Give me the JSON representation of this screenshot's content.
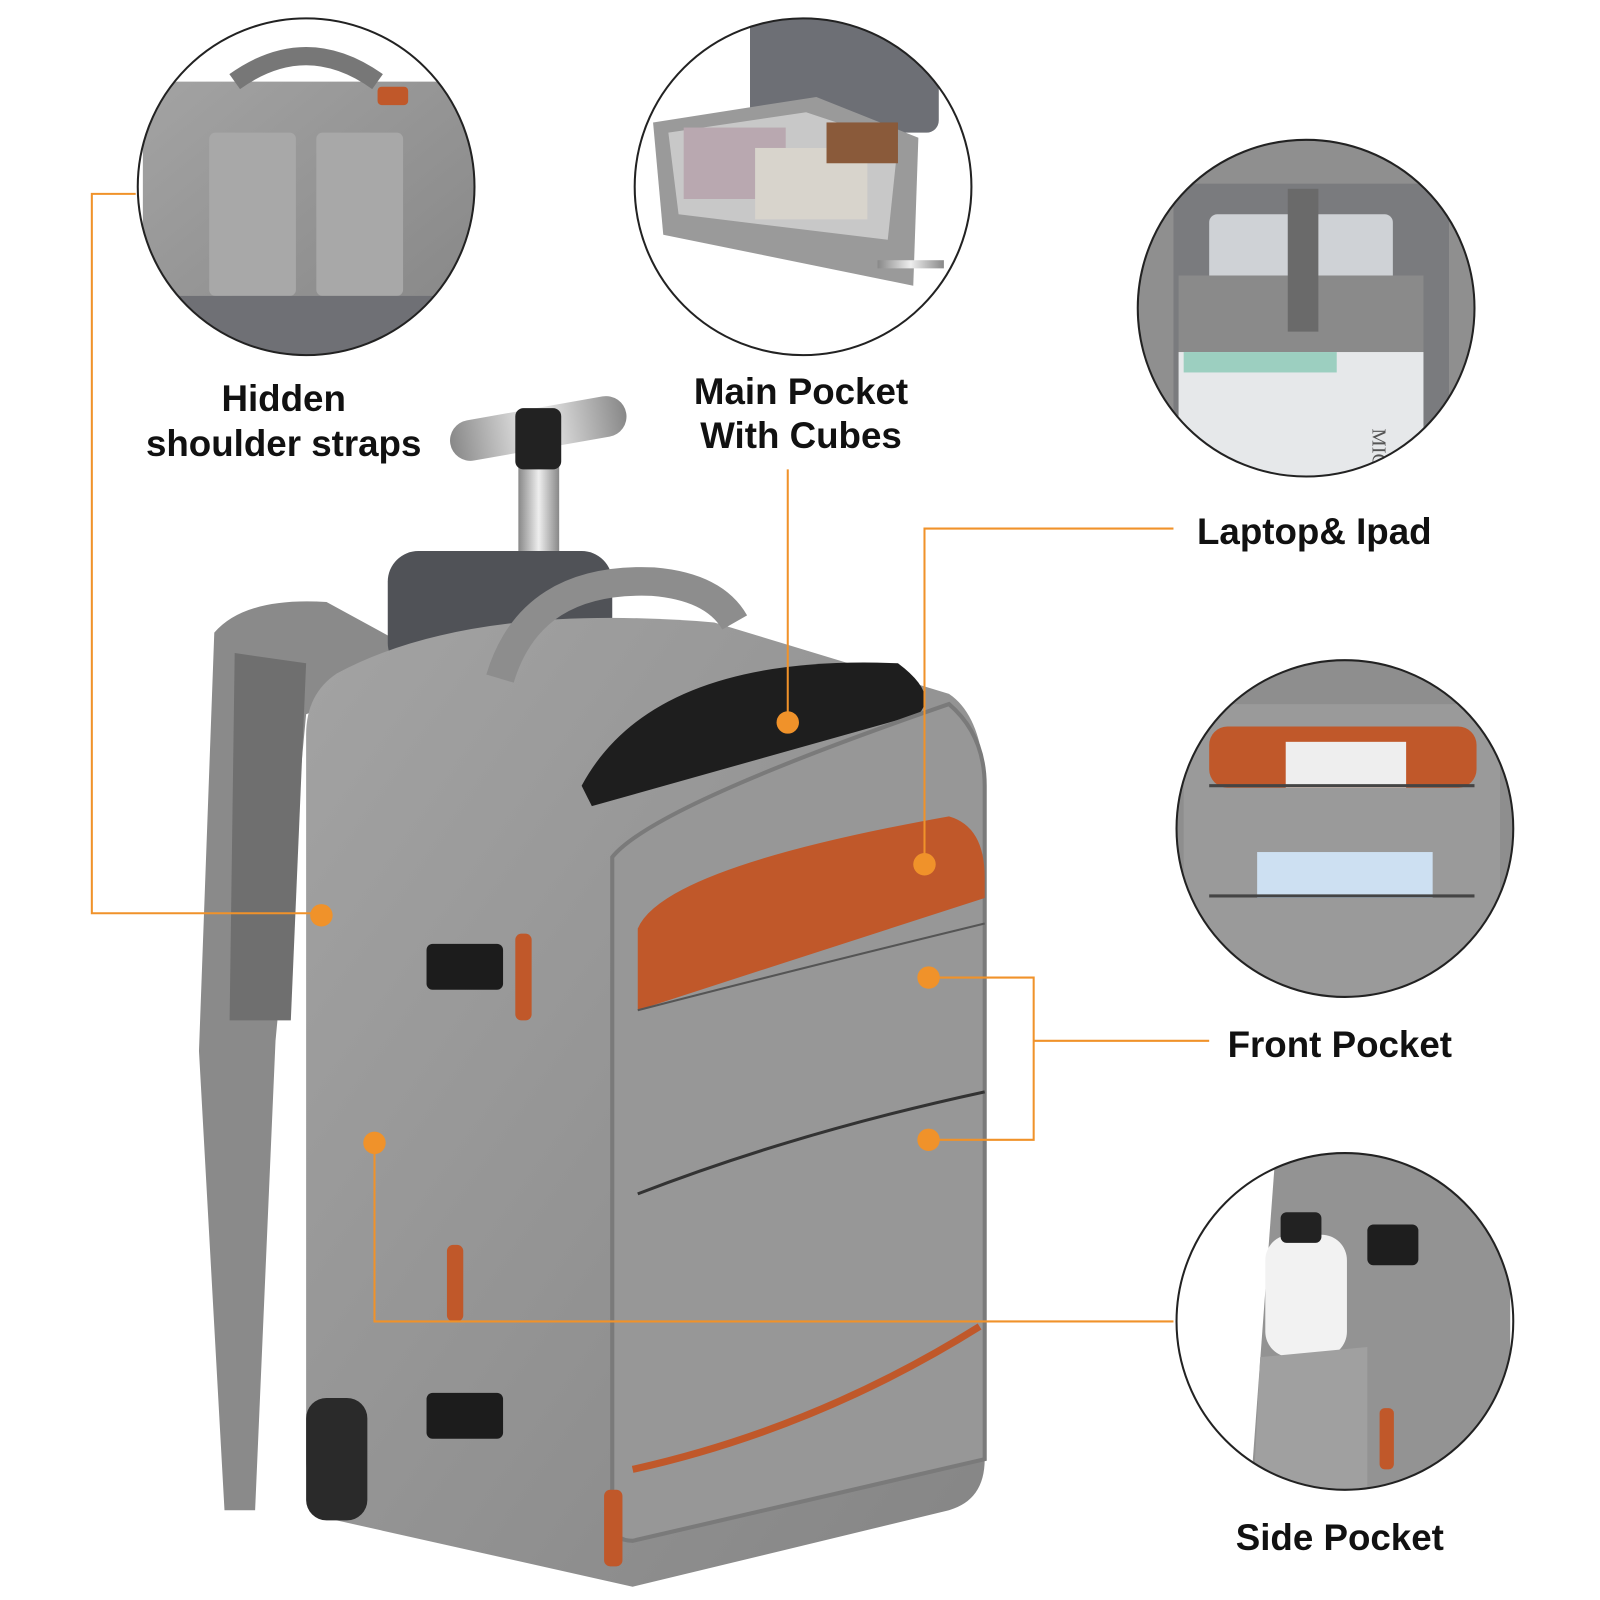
{
  "labels": {
    "hidden_straps": [
      "Hidden",
      "shoulder straps"
    ],
    "main_pocket": [
      "Main Pocket",
      "With Cubes"
    ],
    "laptop": "Laptop& Ipad",
    "front_pocket": "Front Pocket",
    "side_pocket": "Side Pocket"
  },
  "inset_text": {
    "book_logo": "MIGI"
  },
  "colors": {
    "callout": "#f0922a",
    "fabric": "#8e8e8e",
    "leather": "#c0582a",
    "outline": "#222222"
  }
}
